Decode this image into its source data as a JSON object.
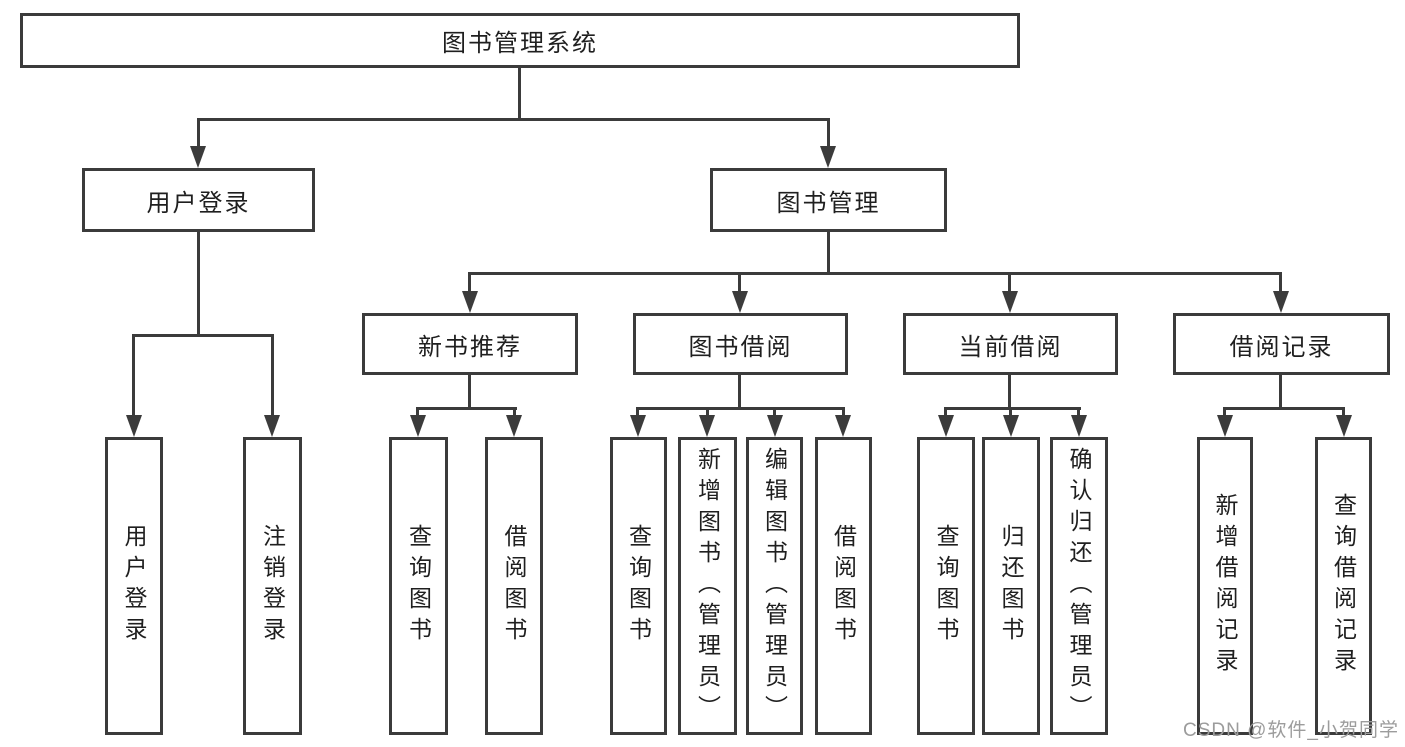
{
  "nodes": {
    "root": "图书管理系统",
    "level2": [
      "用户登录",
      "图书管理"
    ],
    "level3": [
      "新书推荐",
      "图书借阅",
      "当前借阅",
      "借阅记录"
    ],
    "leaves": {
      "user_login": [
        "用户登录",
        "注销登录"
      ],
      "new_book": [
        "查询图书",
        "借阅图书"
      ],
      "book_borrow": [
        "查询图书",
        "新增图书（管理员）",
        "编辑图书（管理员）",
        "借阅图书"
      ],
      "current_borrow": [
        "查询图书",
        "归还图书",
        "确认归还（管理员）"
      ],
      "borrow_record": [
        "新增借阅记录",
        "查询借阅记录"
      ]
    }
  },
  "watermark": {
    "text": "CSDN @软件_小贺同学"
  },
  "colors": {
    "line": "#3b3b3b",
    "text": "#1f1f1f",
    "background": "#ffffff",
    "watermark": "#9c9c9c"
  }
}
